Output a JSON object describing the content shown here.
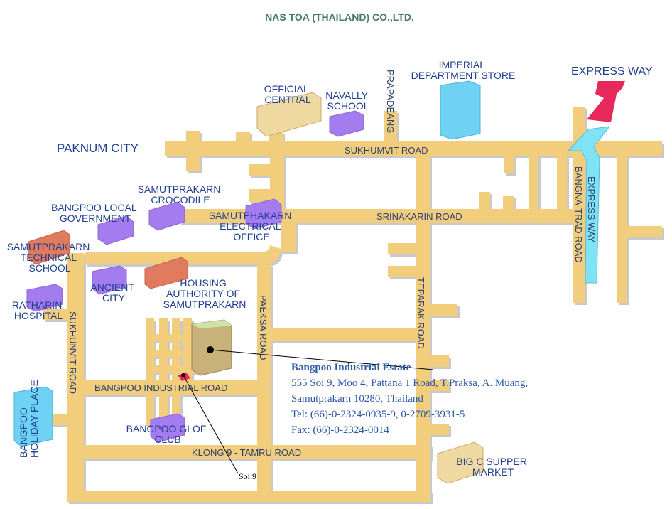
{
  "title": "NAS TOA (THAILAND) CO.,LTD.",
  "city": "PAKNUM CITY",
  "express_way": {
    "title": "EXPRESS WAY",
    "vertical": "EXPRESS WAY"
  },
  "roads": {
    "sukhumvit_top": "SUKHUMVIT ROAD",
    "srinakarin": "SRINAKARIN ROAD",
    "prapadeang": "PRAPADEANG",
    "bangna_trad": "BANGNA-TRAD ROAD",
    "teparak": "TEPARAK ROAD",
    "paeksa": "PAEKSA ROAD",
    "sukhumvit_left": "SUKHUNVIT ROAD",
    "bangpoo_industrial": "BANGPOO INDUSTRIAL ROAD",
    "klong9": "KLONG 9 - TAMRU ROAD"
  },
  "landmarks": {
    "official_central": [
      "OFFICIAL",
      "CENTRAL"
    ],
    "navally_school": [
      "NAVALLY",
      "SCHOOL"
    ],
    "imperial": [
      "IMPERIAL",
      "DEPARTMENT STORE"
    ],
    "samutprakarn_crocodile": [
      "SAMUTPRAKARN",
      "CROCODILE"
    ],
    "bangpoo_local_gov": [
      "BANGPOO LOCAL",
      "GOVERNMENT"
    ],
    "electrical_office": [
      "SAMUTPHAKARN",
      "ELECTRICAL",
      "OFFICE"
    ],
    "technical_school": [
      "SAMUTPRAKARN",
      "TECHNICAL",
      "SCHOOL"
    ],
    "ancient_city": [
      "ANCIENT",
      "CITY"
    ],
    "housing_authority": [
      "HOUSING",
      "AUTHORITY OF",
      "SAMUTPRAKARN"
    ],
    "ratharin_hospital": [
      "RATHARIN",
      "HOSPITAL"
    ],
    "bangpoo_holiday": [
      "BANGPOO",
      "HOLIDAY PLACE"
    ],
    "golf_club": [
      "BANGPOO GLOF",
      "CLUB"
    ],
    "big_c": [
      "BIG C SUPPER",
      "MARKET"
    ]
  },
  "info": {
    "name": "Bangpoo Industrial Estate",
    "address1": "555 Soi 9, Moo 4, Pattana 1 Road, T.Praksa, A. Muang,",
    "address2": "Samutprakarn 10280, Thailand",
    "tel": "Tel: (66)-0-2324-0935-9, 0-2709-3931-5",
    "fax": "Fax: (66)-0-2324-0014"
  },
  "soi": "Soi.9",
  "colors": {
    "road": "#f2ce7b",
    "road_edge": "#d9b060",
    "express": "#7fe3f5",
    "arrow": "#e8285a",
    "purple": "#a57cf0",
    "salmon": "#e07b5f",
    "tan": "#f0d9a0",
    "blue": "#6fd2f5"
  }
}
